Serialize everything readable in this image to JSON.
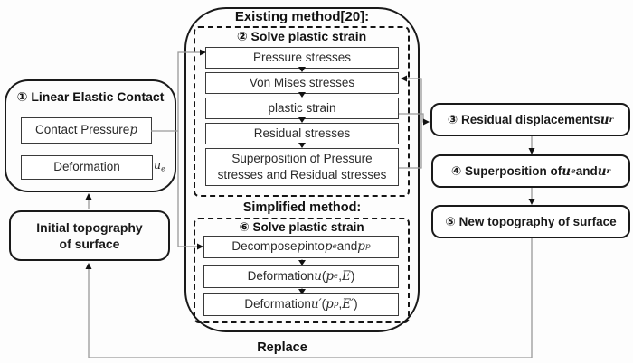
{
  "existing": {
    "header": "Existing method[20]:",
    "subheader": "② Solve plastic strain",
    "steps": [
      "Pressure stresses",
      "Von Mises stresses",
      "plastic strain",
      "Residual stresses",
      "Superposition of Pressure stresses and Residual stresses"
    ]
  },
  "simplified": {
    "header": "Simplified method:",
    "subheader": "⑥ Solve plastic strain",
    "steps": {
      "decompose": [
        {
          "t": "Decompose "
        },
        {
          "t": "p",
          "i": true
        },
        {
          "t": " into "
        },
        {
          "t": "p",
          "i": true
        },
        {
          "t": "e",
          "i": true,
          "sub": true
        },
        {
          "t": " and "
        },
        {
          "t": "p",
          "i": true
        },
        {
          "t": "p",
          "i": true,
          "sub": true
        }
      ],
      "deformation_elastic": [
        {
          "t": "Deformation "
        },
        {
          "t": "u",
          "i": true
        },
        {
          "t": " ("
        },
        {
          "t": "p",
          "i": true
        },
        {
          "t": "e",
          "i": true,
          "sub": true
        },
        {
          "t": ", "
        },
        {
          "t": "E",
          "i": true
        },
        {
          "t": ")"
        }
      ],
      "deformation_plastic": [
        {
          "t": "Deformation "
        },
        {
          "t": "u′",
          "i": true
        },
        {
          "t": " ("
        },
        {
          "t": "p",
          "i": true
        },
        {
          "t": "p",
          "i": true,
          "sub": true
        },
        {
          "t": ", "
        },
        {
          "t": "E′",
          "i": true
        },
        {
          "t": ")"
        }
      ]
    }
  },
  "left_panel": {
    "title": "① Linear Elastic Contact",
    "contact_pressure": [
      {
        "t": "Contact Pressure "
      },
      {
        "t": "p",
        "i": true
      }
    ],
    "deformation": "Deformation",
    "deformation_symbol": [
      {
        "t": "u",
        "i": true
      },
      {
        "t": "e",
        "i": true,
        "sub": true
      }
    ]
  },
  "initial_topography": "Initial topography of surface",
  "right_panel": {
    "residual_displacements": [
      {
        "t": "③ Residual displacements "
      },
      {
        "t": "u",
        "i": true
      },
      {
        "t": "r",
        "i": true,
        "sub": true
      }
    ],
    "superposition": [
      {
        "t": "④ Superposition of "
      },
      {
        "t": "u",
        "i": true
      },
      {
        "t": "e",
        "i": true,
        "sub": true
      },
      {
        "t": " and "
      },
      {
        "t": "u",
        "i": true
      },
      {
        "t": "r",
        "i": true,
        "sub": true
      }
    ],
    "new_topography": "⑤ New topography of surface"
  },
  "replace_label": "Replace",
  "colors": {
    "connector_line": "#9a9a9a",
    "arrowhead": "#111111",
    "border": "#1a1a1a"
  }
}
